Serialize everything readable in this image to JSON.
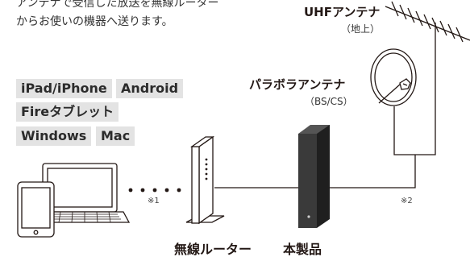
{
  "intro": {
    "line1": "アンテナで受信した放送を無線ルーター",
    "line2": "からお使いの機器へ送ります。"
  },
  "antennas": {
    "uhf_label": "UHFアンテナ",
    "uhf_sub": "（地上）",
    "parabola_label": "パラボラアンテナ",
    "parabola_sub": "（BS/CS）"
  },
  "devices": {
    "tags": [
      "iPad/iPhone",
      "Android",
      "Fireタブレット",
      "Windows",
      "Mac"
    ]
  },
  "notes": {
    "n1": "※1",
    "n2": "※2"
  },
  "captions": {
    "router": "無線ルーター",
    "product": "本製品"
  },
  "colors": {
    "line": "#231815",
    "tag_bg": "#e3e3e3",
    "product_dark": "#2f2f2f"
  },
  "icons": [
    "tablet-icon",
    "laptop-icon",
    "router-icon",
    "product-box-icon",
    "parabola-antenna-icon",
    "uhf-antenna-icon"
  ]
}
